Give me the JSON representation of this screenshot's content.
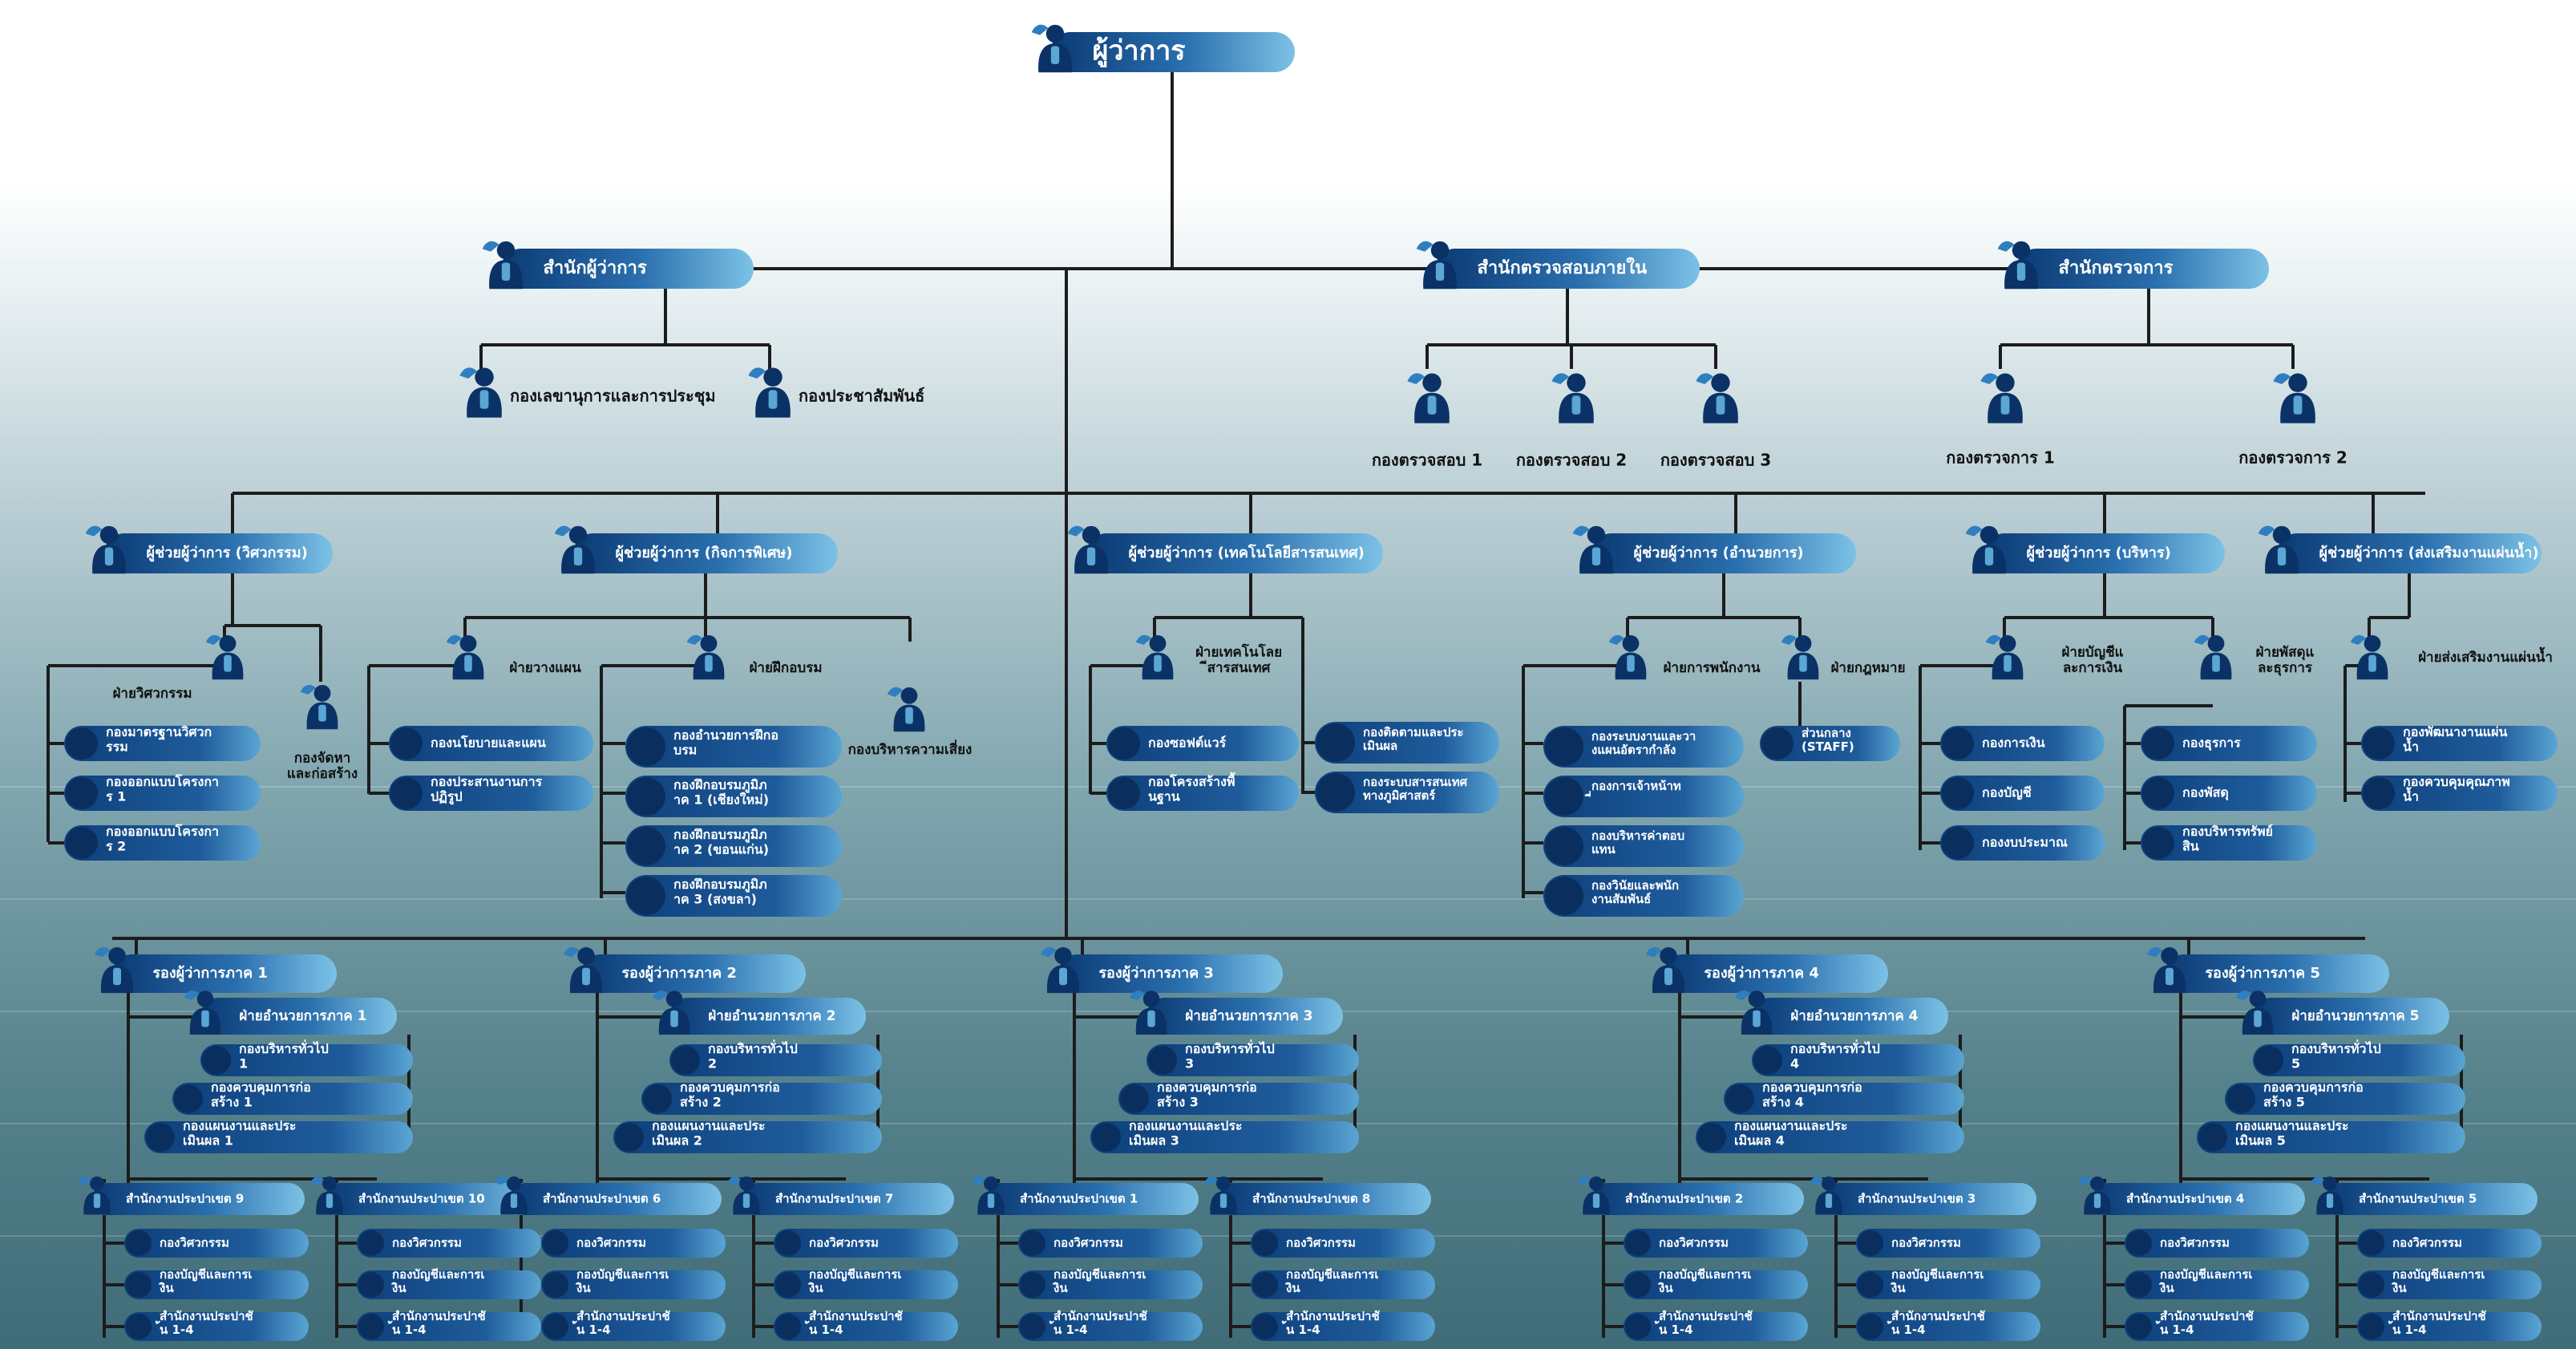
{
  "chart": {
    "top": {
      "label": "ผู้ว่าการ"
    },
    "row1": [
      {
        "label": "สำนักผู้ว่าการ",
        "children": [
          "กองเลขานุการและการประชุม",
          "กองประชาสัมพันธ์"
        ]
      },
      {
        "label": "สำนักตรวจสอบภายใน",
        "children": [
          "กองตรวจสอบ 1",
          "กองตรวจสอบ 2",
          "กองตรวจสอบ 3"
        ]
      },
      {
        "label": "สำนักตรวจการ",
        "children": [
          "กองตรวจการ 1",
          "กองตรวจการ 2"
        ]
      }
    ],
    "row2": [
      {
        "label": "ผู้ช่วยผู้ว่าการ (วิศวกรรม)",
        "sub": [
          {
            "label": "ฝ่ายวิศวกรรม",
            "children": [
              "กองมาตรฐานวิศวกรรม",
              "กองออกแบบโครงการ 1",
              "กองออกแบบโครงการ 2"
            ]
          },
          {
            "label": "กองจัดหาและก่อสร้าง",
            "children": []
          }
        ]
      },
      {
        "label": "ผู้ช่วยผู้ว่าการ (กิจการพิเศษ)",
        "sub": [
          {
            "label": "ฝ่ายวางแผน",
            "children": [
              "กองนโยบายและแผน",
              "กองประสานงานการปฏิรูป"
            ]
          },
          {
            "label": "ฝ่ายฝึกอบรม",
            "children": [
              "กองอำนวยการฝึกอบรม",
              "กองฝึกอบรมภูมิภาค 1 (เชียงใหม่)",
              "กองฝึกอบรมภูมิภาค 2 (ขอนแก่น)",
              "กองฝึกอบรมภูมิภาค 3 (สงขลา)"
            ]
          },
          {
            "label": "กองบริหารความเสี่ยง",
            "children": []
          }
        ]
      },
      {
        "label": "ผู้ช่วยผู้ว่าการ (เทคโนโลยีสารสนเทศ)",
        "sub": [
          {
            "label": "ฝ่ายเทคโนโลยีสารสนเทศ",
            "children": [
              "กองซอฟต์แวร์",
              "กองโครงสร้างพื้นฐาน"
            ]
          },
          {
            "label": "",
            "children": [
              "กองติดตามและประเมินผล",
              "กองระบบสารสนเทศทางภูมิศาสตร์"
            ]
          }
        ]
      },
      {
        "label": "ผู้ช่วยผู้ว่าการ (อำนวยการ)",
        "sub": [
          {
            "label": "ฝ่ายการพนักงาน",
            "children": [
              "กองระบบงานและวางแผนอัตรากำลัง",
              "กองการเจ้าหน้าที่",
              "กองบริหารค่าตอบแทน",
              "กองวินัยและพนักงานสัมพันธ์"
            ]
          },
          {
            "label": "ฝ่ายกฎหมาย",
            "children": [
              "ส่วนกลาง (STAFF)"
            ]
          }
        ]
      },
      {
        "label": "ผู้ช่วยผู้ว่าการ (บริหาร)",
        "sub": [
          {
            "label": "ฝ่ายบัญชีและการเงิน",
            "children": [
              "กองการเงิน",
              "กองบัญชี",
              "กองงบประมาณ"
            ]
          },
          {
            "label": "ฝ่ายพัสดุและธุรการ",
            "children": [
              "กองธุรการ",
              "กองพัสดุ",
              "กองบริหารทรัพย์สิน"
            ]
          }
        ]
      },
      {
        "label": "ผู้ช่วยผู้ว่าการ (ส่งเสริมงานแผ่นน้ำ)",
        "sub": [
          {
            "label": "ฝ่ายส่งเสริมงานแผ่นน้ำ",
            "children": [
              "กองพัฒนางานแผ่นน้ำ",
              "กองควบคุมคุณภาพน้ำ"
            ]
          }
        ]
      }
    ],
    "regions": [
      {
        "label": "รองผู้ว่าการภาค 1",
        "div": "ฝ่ายอำนวยการภาค 1",
        "items": [
          "กองบริหารทั่วไป 1",
          "กองควบคุมการก่อสร้าง 1",
          "กองแผนงานและประเมินผล 1"
        ],
        "offices": [
          "สำนักงานประปาเขต 9",
          "สำนักงานประปาเขต 10"
        ]
      },
      {
        "label": "รองผู้ว่าการภาค 2",
        "div": "ฝ่ายอำนวยการภาค 2",
        "items": [
          "กองบริหารทั่วไป 2",
          "กองควบคุมการก่อสร้าง 2",
          "กองแผนงานและประเมินผล 2"
        ],
        "offices": [
          "สำนักงานประปาเขต 6",
          "สำนักงานประปาเขต 7"
        ]
      },
      {
        "label": "รองผู้ว่าการภาค 3",
        "div": "ฝ่ายอำนวยการภาค 3",
        "items": [
          "กองบริหารทั่วไป 3",
          "กองควบคุมการก่อสร้าง 3",
          "กองแผนงานและประเมินผล 3"
        ],
        "offices": [
          "สำนักงานประปาเขต 1",
          "สำนักงานประปาเขต 8"
        ]
      },
      {
        "label": "รองผู้ว่าการภาค 4",
        "div": "ฝ่ายอำนวยการภาค 4",
        "items": [
          "กองบริหารทั่วไป 4",
          "กองควบคุมการก่อสร้าง 4",
          "กองแผนงานและประเมินผล 4"
        ],
        "offices": [
          "สำนักงานประปาเขต 2",
          "สำนักงานประปาเขต 3"
        ]
      },
      {
        "label": "รองผู้ว่าการภาค 5",
        "div": "ฝ่ายอำนวยการภาค 5",
        "items": [
          "กองบริหารทั่วไป 5",
          "กองควบคุมการก่อสร้าง 5",
          "กองแผนงานและประเมินผล 5"
        ],
        "offices": [
          "สำนักงานประปาเขต 4",
          "สำนักงานประปาเขต 5"
        ]
      }
    ],
    "office_children": [
      "กองวิศวกรรม",
      "กองบัญชีและการเงิน",
      "สำนักงานประปาชั้น 1-4"
    ]
  },
  "colors": {
    "pill_dark": "#0d3f7a",
    "pill_light": "#6fb6dc",
    "line": "#1c1c1c",
    "text_light": "#ffffff",
    "text_dark": "#111111"
  }
}
